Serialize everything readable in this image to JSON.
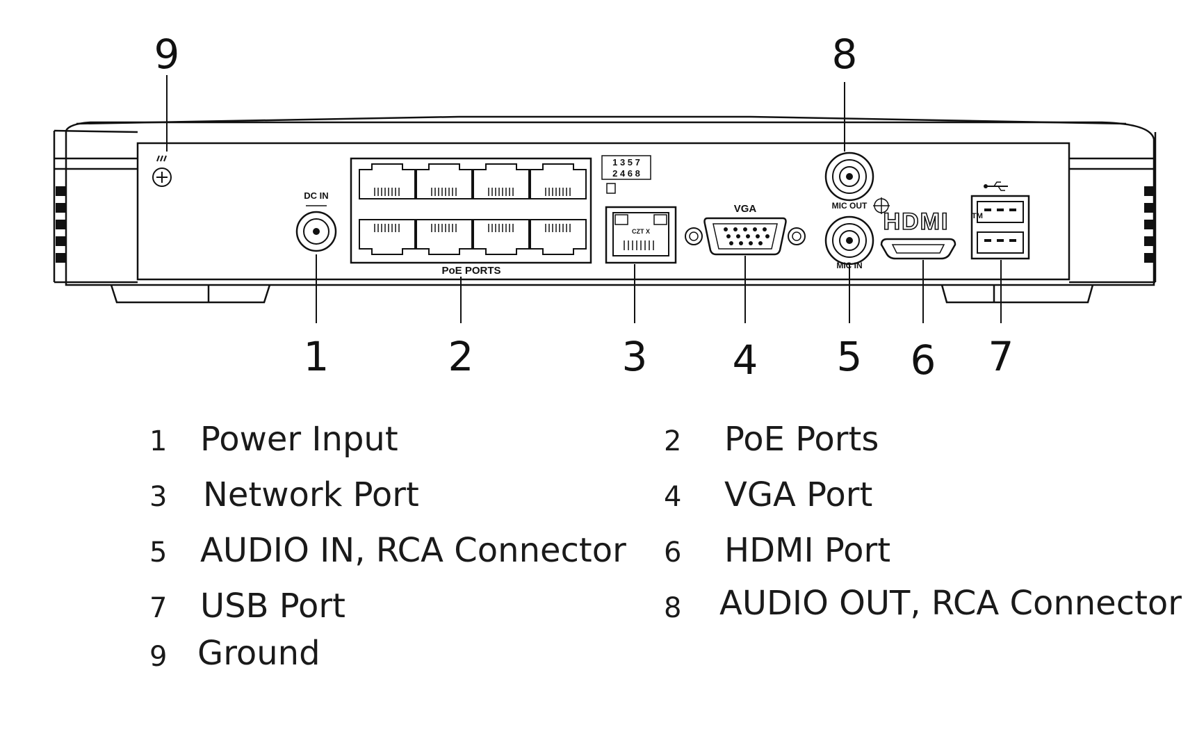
{
  "device_labels": {
    "dc_in": "DC IN",
    "poe_ports": "PoE PORTS",
    "vga": "VGA",
    "mic_out": "MIC OUT",
    "mic_in": "MIC IN",
    "hdmi": "HDMI",
    "hdmi_tm": "TM",
    "port_numbers_top": "1 3 5 7",
    "port_numbers_bottom": "2 4 6 8",
    "rj45_small": "CZT X"
  },
  "callouts": [
    "1",
    "2",
    "3",
    "4",
    "5",
    "6",
    "7",
    "8",
    "9"
  ],
  "legend": [
    {
      "num": "1",
      "text": "Power Input"
    },
    {
      "num": "2",
      "text": "PoE Ports"
    },
    {
      "num": "3",
      "text": "Network Port"
    },
    {
      "num": "4",
      "text": "VGA Port"
    },
    {
      "num": "5",
      "text": "AUDIO IN, RCA Connector"
    },
    {
      "num": "6",
      "text": "HDMI Port"
    },
    {
      "num": "7",
      "text": "USB Port"
    },
    {
      "num": "8",
      "text": "AUDIO OUT, RCA Connector"
    },
    {
      "num": "9",
      "text": "Ground"
    }
  ]
}
